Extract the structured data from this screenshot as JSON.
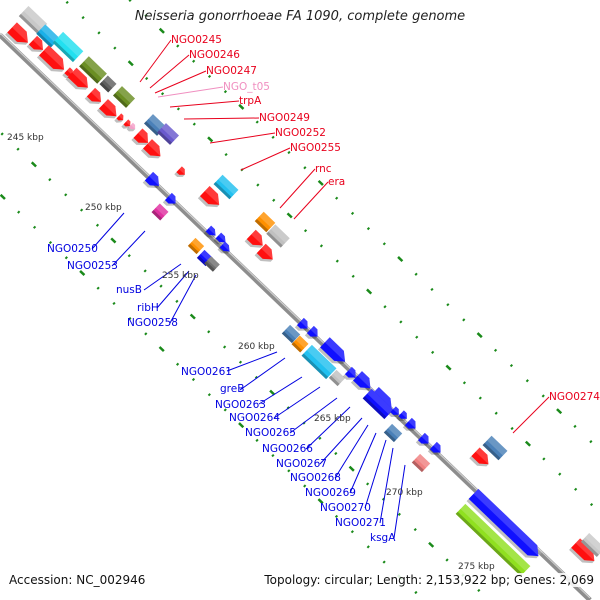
{
  "title": "Neisseria gonorrhoeae FA 1090, complete genome",
  "footer": {
    "accession": "Accession: NC_002946",
    "summary": "Topology: circular; Length: 2,153,922 bp; Genes: 2,069"
  },
  "colors": {
    "forward_label": "#e8001c",
    "reverse_label": "#0000e0",
    "trna_label": "#f08fc0",
    "backbone": "#8a8a8a",
    "tick": "#1a8a1a"
  },
  "ticks": [
    "245 kbp",
    "250 kbp",
    "255 kbp",
    "260 kbp",
    "265 kbp",
    "270 kbp",
    "275 kbp"
  ],
  "labels_forward": [
    {
      "name": "NGO0245",
      "type": "cds"
    },
    {
      "name": "NGO0246",
      "type": "cds"
    },
    {
      "name": "NGO0247",
      "type": "cds"
    },
    {
      "name": "NGO_t05",
      "type": "trna"
    },
    {
      "name": "trpA",
      "type": "cds"
    },
    {
      "name": "NGO0249",
      "type": "cds"
    },
    {
      "name": "NGO0252",
      "type": "cds"
    },
    {
      "name": "NGO0255",
      "type": "cds"
    },
    {
      "name": "rnc",
      "type": "cds"
    },
    {
      "name": "era",
      "type": "cds"
    },
    {
      "name": "NGO0274",
      "type": "cds"
    }
  ],
  "labels_reverse": [
    {
      "name": "NGO0250"
    },
    {
      "name": "NGO0253"
    },
    {
      "name": "nusB"
    },
    {
      "name": "ribH"
    },
    {
      "name": "NGO0258"
    },
    {
      "name": "NGO0261"
    },
    {
      "name": "greB"
    },
    {
      "name": "NGO0263"
    },
    {
      "name": "NGO0264"
    },
    {
      "name": "NGO0265"
    },
    {
      "name": "NGO0266"
    },
    {
      "name": "NGO0267"
    },
    {
      "name": "NGO0268"
    },
    {
      "name": "NGO0269"
    },
    {
      "name": "NGO0270"
    },
    {
      "name": "NGO0271"
    },
    {
      "name": "ksgA"
    }
  ]
}
